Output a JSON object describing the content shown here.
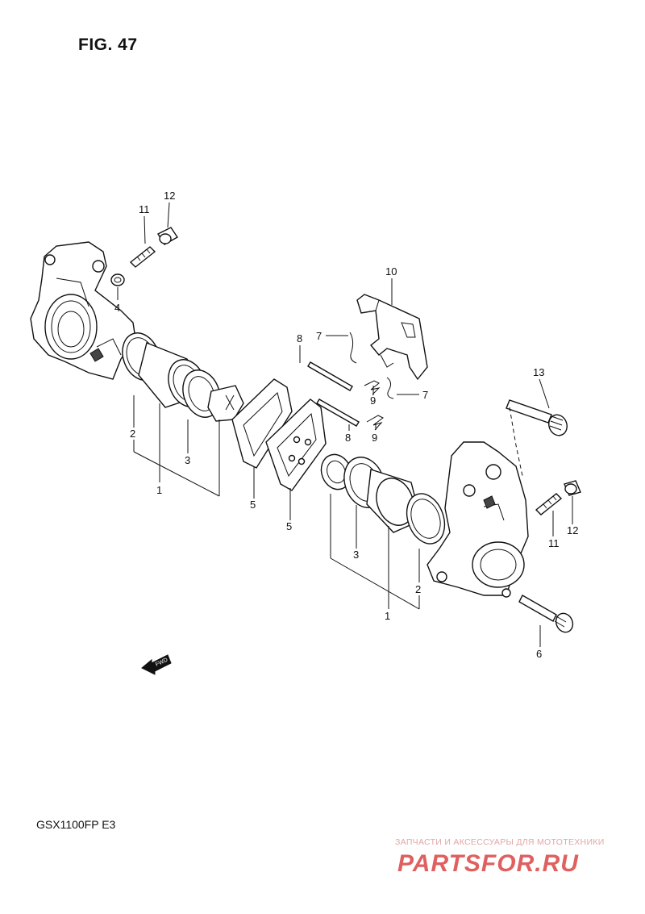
{
  "figure_title": "FIG. 47",
  "model_code": "GSX1100FP  E3",
  "fwd_label": "FWD",
  "watermark": {
    "caption": "ЗАПЧАСТИ И АКСЕССУАРЫ ДЛЯ МОТОТЕХНИКИ",
    "logo": "PARTSFOR.RU",
    "color": "#e06060"
  },
  "callouts": {
    "c11_top": "11",
    "c12_top": "12",
    "c4": "4",
    "c10": "10",
    "c7_a": "7",
    "c8_a": "8",
    "c9_a": "9",
    "c7_b": "7",
    "c8_b": "8",
    "c9_b": "9",
    "c13": "13",
    "c2_left": "2",
    "c3_left": "3",
    "c1_left": "1",
    "c5_a": "5",
    "c5_b": "5",
    "c3_right": "3",
    "c1_right": "1",
    "c2_right": "2",
    "c11_right": "11",
    "c12_right": "12",
    "c6": "6"
  }
}
